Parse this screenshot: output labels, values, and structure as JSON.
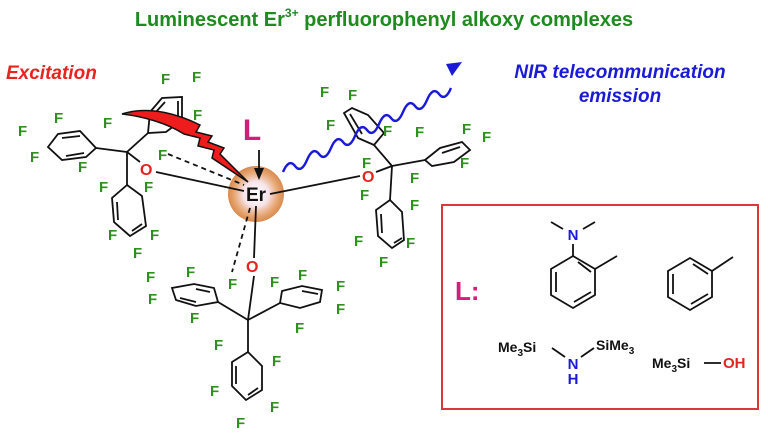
{
  "title": {
    "prefix": "Luminescent Er",
    "superscript": "3+",
    "suffix": " perfluorophenyl alkoxy complexes"
  },
  "labels": {
    "excitation": "Excitation",
    "emission_line1": "NIR telecommunication",
    "emission_line2": "emission",
    "ligand_symbol": "L",
    "ligand_box_symbol": "L:",
    "metal_center": "Er",
    "oxygen": "O",
    "fluorine": "F"
  },
  "ligand_box": {
    "ligands": [
      {
        "name": "N,N-dimethyl-o-toluidine",
        "heteroatom": "N"
      },
      {
        "name": "toluene"
      },
      {
        "name": "hexamethyldisilazane",
        "left": "Me",
        "left_sub": "3",
        "left_suffix": "Si",
        "center": "N",
        "center_h": "H",
        "right": "SiMe",
        "right_sub": "3"
      },
      {
        "name": "trimethylsilanol",
        "left": "Me",
        "left_sub": "3",
        "left_suffix": "Si",
        "right": "OH"
      }
    ]
  },
  "colors": {
    "title": "#1f8a1f",
    "fluorine": "#2f8f1f",
    "oxygen": "#e5231f",
    "excitation": "#e8231f",
    "emission": "#1a1ad8",
    "ligand": "#d0207a",
    "box_border": "#d83a3a",
    "er_glow": "#e0a070"
  }
}
